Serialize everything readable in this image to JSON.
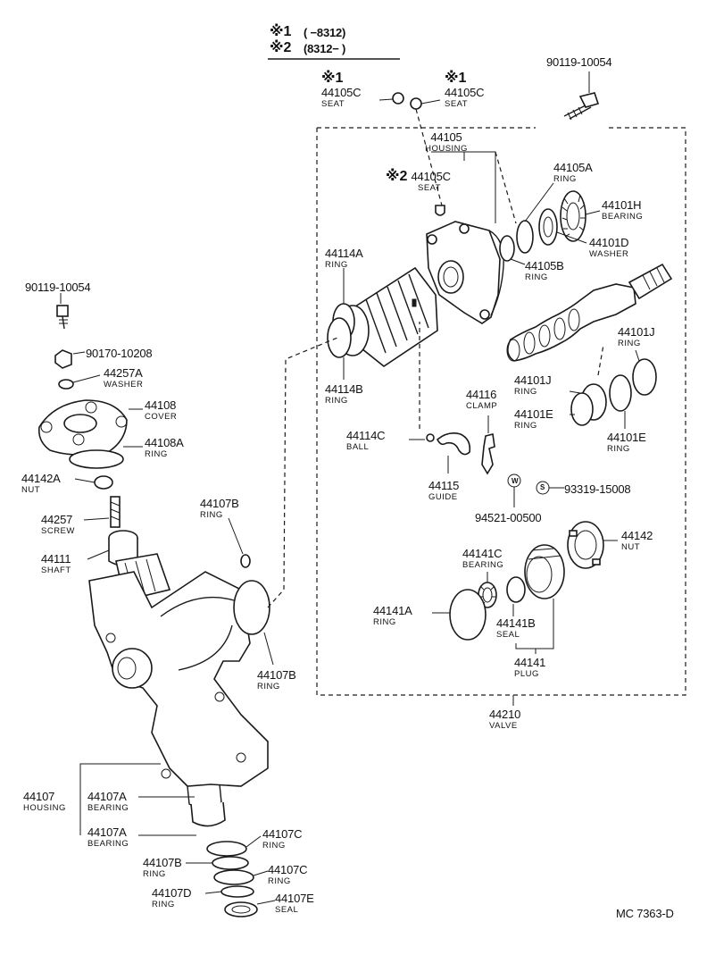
{
  "legend": {
    "mark1": "※1",
    "range1": "(      −8312)",
    "mark2": "※2",
    "range2": "(8312−       )"
  },
  "footer": {
    "code": "MC 7363-D"
  },
  "parts": [
    {
      "id": "p-90119-top",
      "number": "90119-10054",
      "name": ""
    },
    {
      "id": "p-44105c-1",
      "mark": "※1",
      "number": "44105C",
      "name": "SEAT"
    },
    {
      "id": "p-44105c-2",
      "mark": "※1",
      "number": "44105C",
      "name": "SEAT"
    },
    {
      "id": "p-44105",
      "number": "44105",
      "name": "HOUSING"
    },
    {
      "id": "p-44105c-3",
      "mark": "※2",
      "number": "44105C",
      "name": "SEAT"
    },
    {
      "id": "p-44105a",
      "number": "44105A",
      "name": "RING"
    },
    {
      "id": "p-44101h",
      "number": "44101H",
      "name": "BEARING"
    },
    {
      "id": "p-44101d",
      "number": "44101D",
      "name": "WASHER"
    },
    {
      "id": "p-44105b",
      "number": "44105B",
      "name": "RING"
    },
    {
      "id": "p-44114a",
      "number": "44114A",
      "name": "RING"
    },
    {
      "id": "p-44114b",
      "number": "44114B",
      "name": "RING"
    },
    {
      "id": "p-44101j-1",
      "number": "44101J",
      "name": "RING"
    },
    {
      "id": "p-44101j-2",
      "number": "44101J",
      "name": "RING"
    },
    {
      "id": "p-44101e-1",
      "number": "44101E",
      "name": "RING"
    },
    {
      "id": "p-44101e-2",
      "number": "44101E",
      "name": "RING"
    },
    {
      "id": "p-44116",
      "number": "44116",
      "name": "CLAMP"
    },
    {
      "id": "p-44114c",
      "number": "44114C",
      "name": "BALL"
    },
    {
      "id": "p-44115",
      "number": "44115",
      "name": "GUIDE"
    },
    {
      "id": "p-93319",
      "number": "93319-15008",
      "name": "",
      "symbol": "S"
    },
    {
      "id": "p-94521",
      "number": "94521-00500",
      "name": "",
      "symbol": "W"
    },
    {
      "id": "p-44142",
      "number": "44142",
      "name": "NUT"
    },
    {
      "id": "p-44141c",
      "number": "44141C",
      "name": "BEARING"
    },
    {
      "id": "p-44141a",
      "number": "44141A",
      "name": "RING"
    },
    {
      "id": "p-44141b",
      "number": "44141B",
      "name": "SEAL"
    },
    {
      "id": "p-44141",
      "number": "44141",
      "name": "PLUG"
    },
    {
      "id": "p-44210",
      "number": "44210",
      "name": "VALVE"
    },
    {
      "id": "p-90119-left",
      "number": "90119-10054",
      "name": ""
    },
    {
      "id": "p-90170",
      "number": "90170-10208",
      "name": ""
    },
    {
      "id": "p-44257a",
      "number": "44257A",
      "name": "WASHER"
    },
    {
      "id": "p-44108",
      "number": "44108",
      "name": "COVER"
    },
    {
      "id": "p-44108a",
      "number": "44108A",
      "name": "RING"
    },
    {
      "id": "p-44142a",
      "number": "44142A",
      "name": "NUT"
    },
    {
      "id": "p-44257",
      "number": "44257",
      "name": "SCREW"
    },
    {
      "id": "p-44107b-1",
      "number": "44107B",
      "name": "RING"
    },
    {
      "id": "p-44111",
      "number": "44111",
      "name": "SHAFT"
    },
    {
      "id": "p-44107b-2",
      "number": "44107B",
      "name": "RING"
    },
    {
      "id": "p-44107",
      "number": "44107",
      "name": "HOUSING"
    },
    {
      "id": "p-44107a-1",
      "number": "44107A",
      "name": "BEARING"
    },
    {
      "id": "p-44107a-2",
      "number": "44107A",
      "name": "BEARING"
    },
    {
      "id": "p-44107c-1",
      "number": "44107C",
      "name": "RING"
    },
    {
      "id": "p-44107b-3",
      "number": "44107B",
      "name": "RING"
    },
    {
      "id": "p-44107c-2",
      "number": "44107C",
      "name": "RING"
    },
    {
      "id": "p-44107d",
      "number": "44107D",
      "name": "RING"
    },
    {
      "id": "p-44107e",
      "number": "44107E",
      "name": "SEAL"
    }
  ]
}
